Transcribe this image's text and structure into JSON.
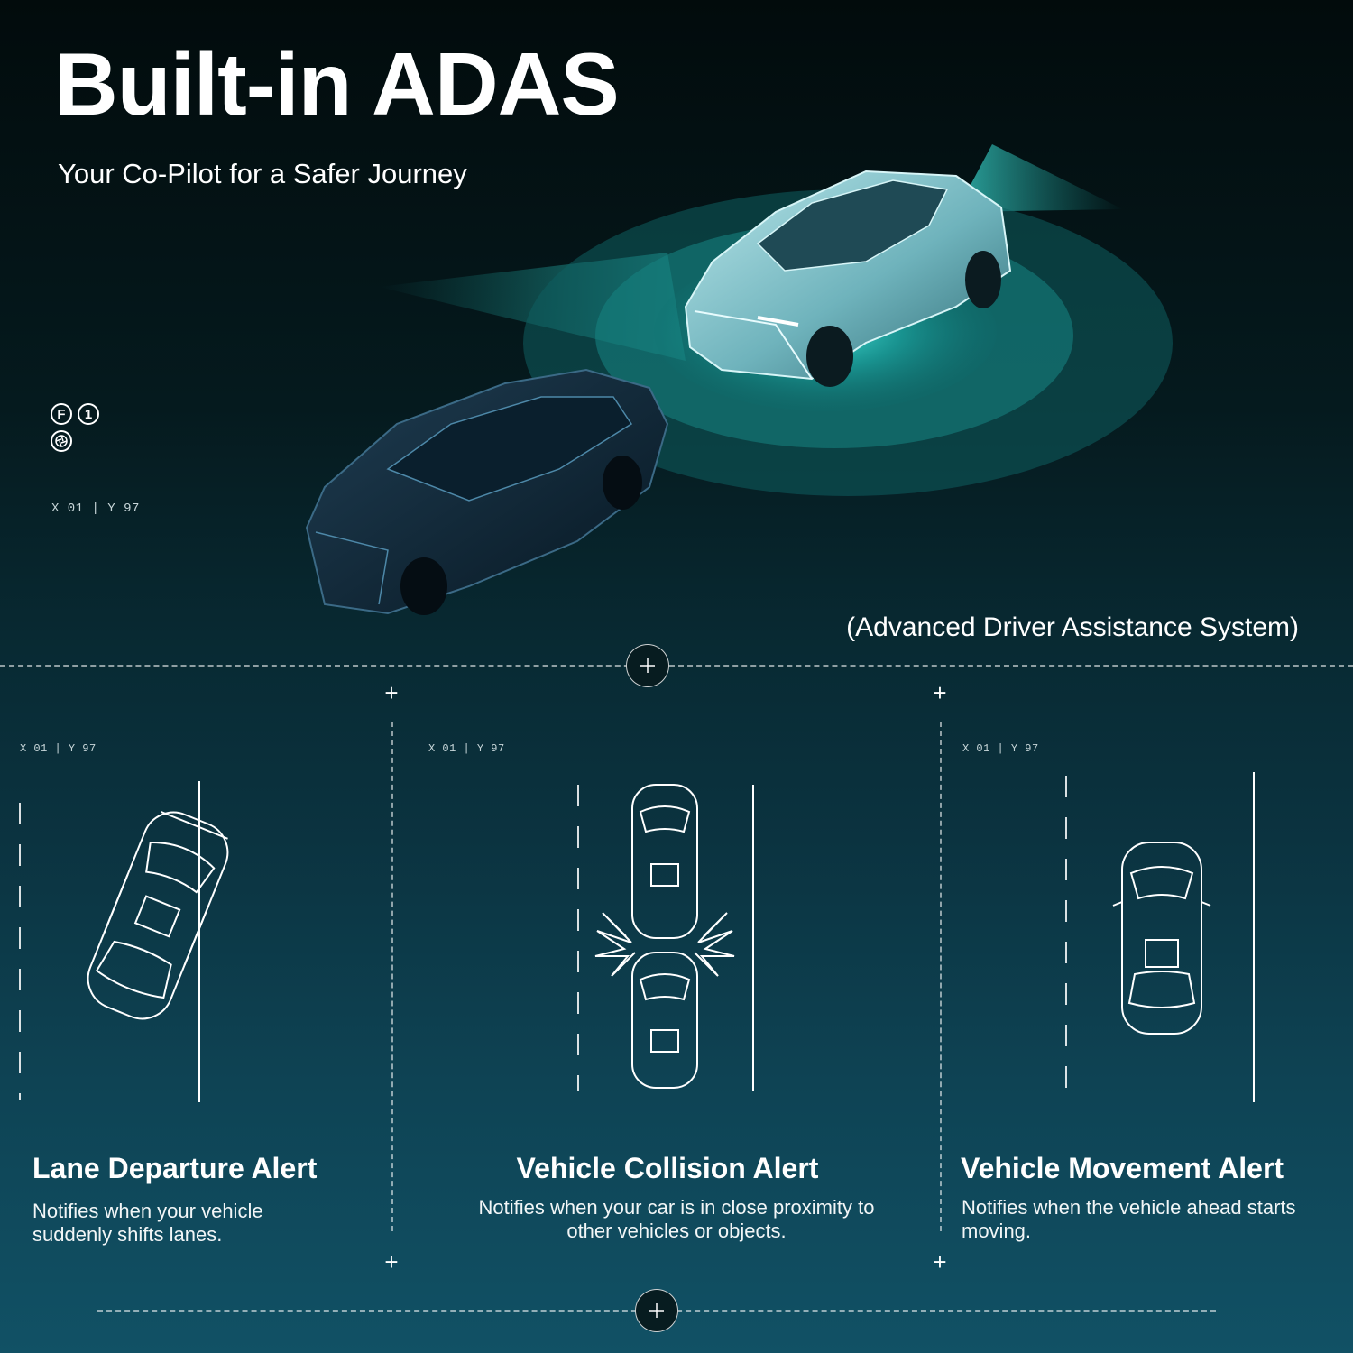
{
  "header": {
    "title": "Built-in ADAS",
    "subtitle": "Your Co-Pilot for a Safer Journey",
    "tagline": "(Advanced Driver Assistance System)"
  },
  "hero": {
    "coord_label": "X 01 | Y 97",
    "badges": [
      "F",
      "1"
    ],
    "badge_icon": "aperture-icon",
    "accent_color": "#2fd8d0"
  },
  "panels": [
    {
      "coord_label": "X 01 | Y 97",
      "title": "Lane Departure Alert",
      "description": "Notifies when your vehicle suddenly shifts lanes.",
      "icon": "lane-departure-car-icon"
    },
    {
      "coord_label": "X 01 | Y 97",
      "title": "Vehicle Collision Alert",
      "description": "Notifies when your car is in close proximity to other vehicles or objects.",
      "icon": "collision-cars-icon"
    },
    {
      "coord_label": "X 01 | Y 97",
      "title": "Vehicle Movement Alert",
      "description": "Notifies when the vehicle ahead starts moving.",
      "icon": "single-car-icon"
    }
  ],
  "colors": {
    "background_top": "#020b0c",
    "background_bottom": "#115165",
    "radar": "#2fd8d0",
    "line_art": "#ffffff"
  }
}
